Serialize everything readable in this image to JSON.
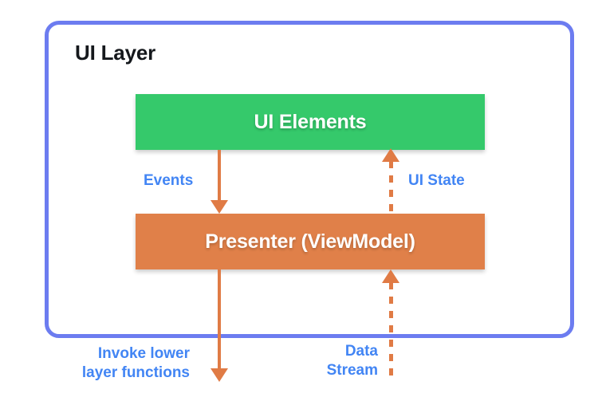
{
  "diagram": {
    "title": "UI Layer",
    "blocks": [
      {
        "id": "ui-elements",
        "label": "UI Elements",
        "color": "#35C96B"
      },
      {
        "id": "presenter",
        "label": "Presenter (ViewModel)",
        "color": "#E08049"
      }
    ],
    "connectors": [
      {
        "id": "events",
        "label": "Events",
        "style": "solid",
        "direction": "down",
        "from": "ui-elements",
        "to": "presenter"
      },
      {
        "id": "ui-state",
        "label": "UI State",
        "style": "dashed",
        "direction": "up",
        "from": "presenter",
        "to": "ui-elements"
      },
      {
        "id": "invoke-lower-layer",
        "label": "Invoke lower\nlayer functions",
        "style": "solid",
        "direction": "down",
        "from": "presenter",
        "to": "lower-layer"
      },
      {
        "id": "data-stream",
        "label": "Data\nStream",
        "style": "dashed",
        "direction": "up",
        "from": "lower-layer",
        "to": "presenter"
      }
    ],
    "colors": {
      "border": "#6C7CF0",
      "arrow": "#E07B45",
      "label": "#4285F4",
      "title": "#15181C",
      "background": "#FFFFFF"
    }
  }
}
